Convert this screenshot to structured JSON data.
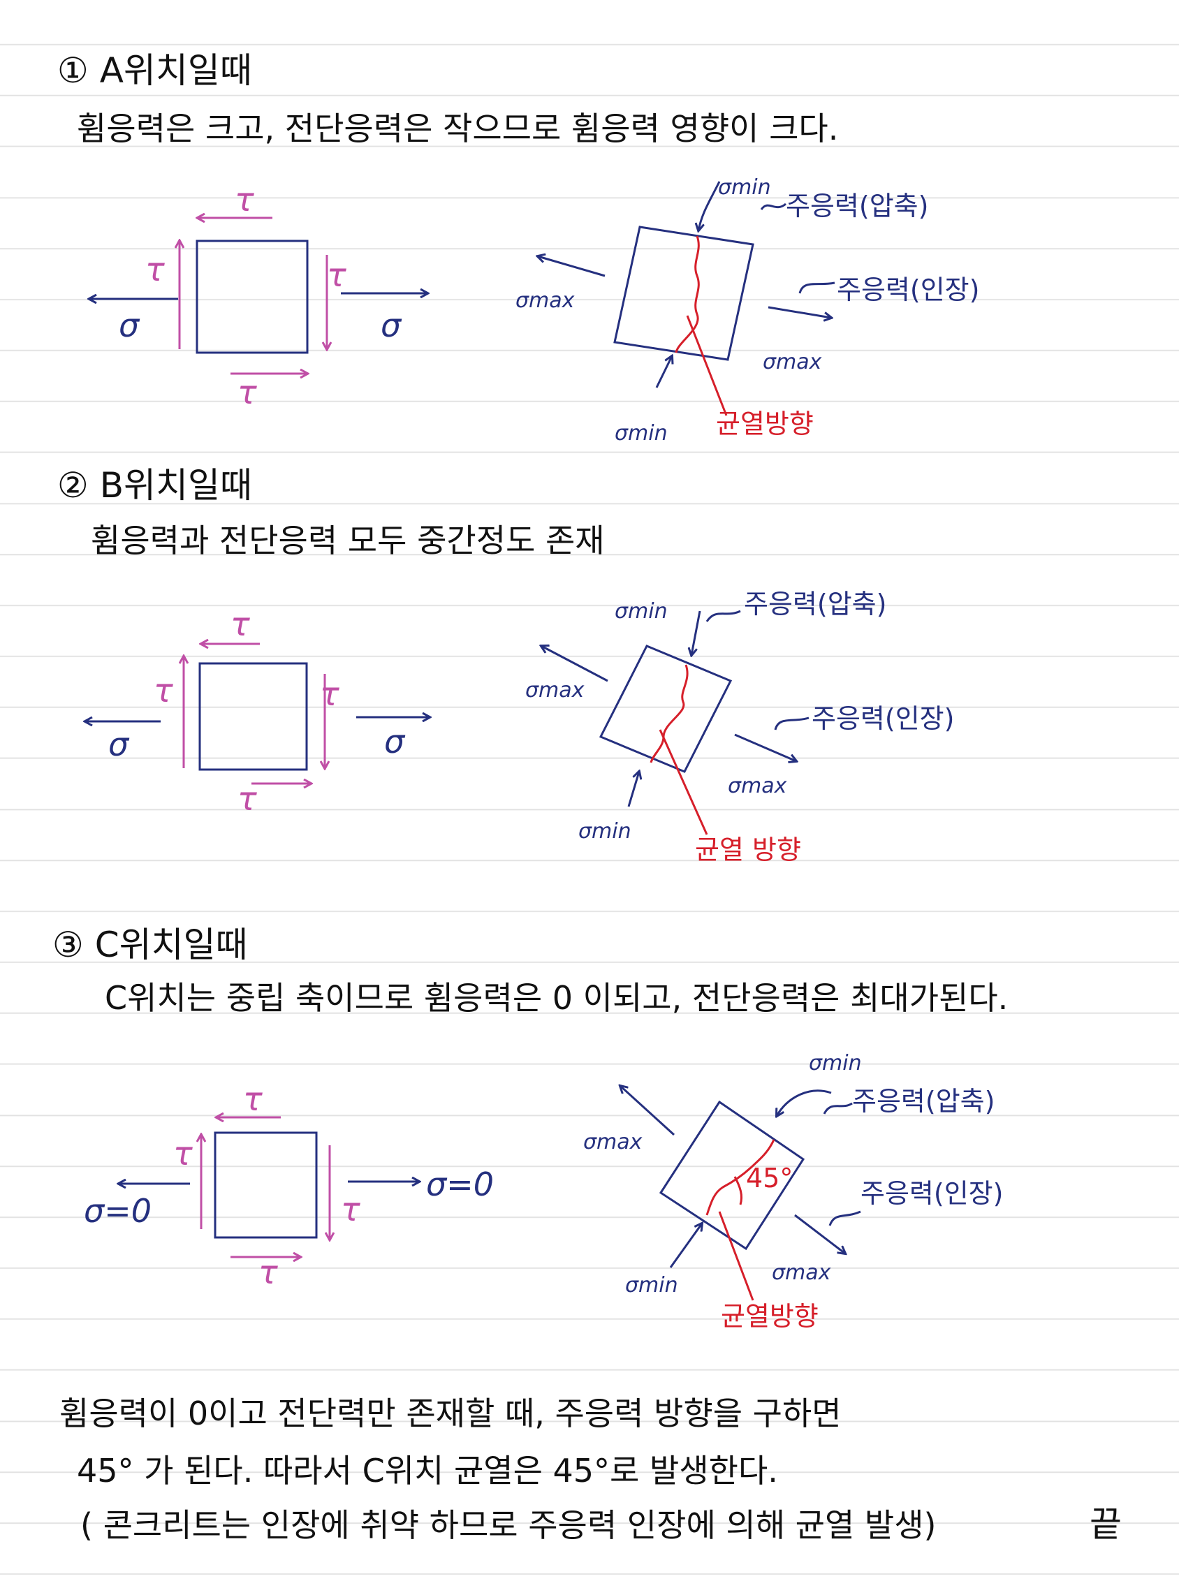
{
  "colors": {
    "ink": "#111111",
    "blue": "#25307f",
    "pink": "#c04fa6",
    "red": "#d61f2a"
  },
  "sections": [
    {
      "heading": "① A위치일때",
      "text": "휨응력은 크고, 전단응력은 작으므로 휨응력 영향이 크다.",
      "element": {
        "shear": "τ",
        "sigma": "σ"
      },
      "rotated": {
        "sigma_min": "σmin",
        "sigma_max": "σmax",
        "compression": "주응력(압축)",
        "tension": "주응력(인장)",
        "crack": "균열방향"
      }
    },
    {
      "heading": "② B위치일때",
      "text": "휨응력과 전단응력 모두 중간정도 존재",
      "element": {
        "shear": "τ",
        "sigma": "σ"
      },
      "rotated": {
        "sigma_min": "σmin",
        "sigma_max": "σmax",
        "compression": "주응력(압축)",
        "tension": "주응력(인장)",
        "crack": "균열 방향"
      }
    },
    {
      "heading": "③ C위치일때",
      "text": "C위치는 중립 축이므로 휨응력은 0 이되고, 전단응력은 최대가된다.",
      "element": {
        "shear": "τ",
        "sigma": "σ=0"
      },
      "rotated": {
        "sigma_min": "σmin",
        "sigma_max": "σmax",
        "compression": "주응력(압축)",
        "tension": "주응력(인장)",
        "crack": "균열방향",
        "angle": "45°"
      }
    }
  ],
  "conclusion": {
    "line1": "휨응력이 0이고 전단력만 존재할 때, 주응력 방향을 구하면",
    "line2": "45° 가 된다. 따라서 C위치 균열은 45°로 발생한다.",
    "line3": "( 콘크리트는 인장에 취약 하므로 주응력 인장에 의해 균열 발생)",
    "end": "끝"
  }
}
